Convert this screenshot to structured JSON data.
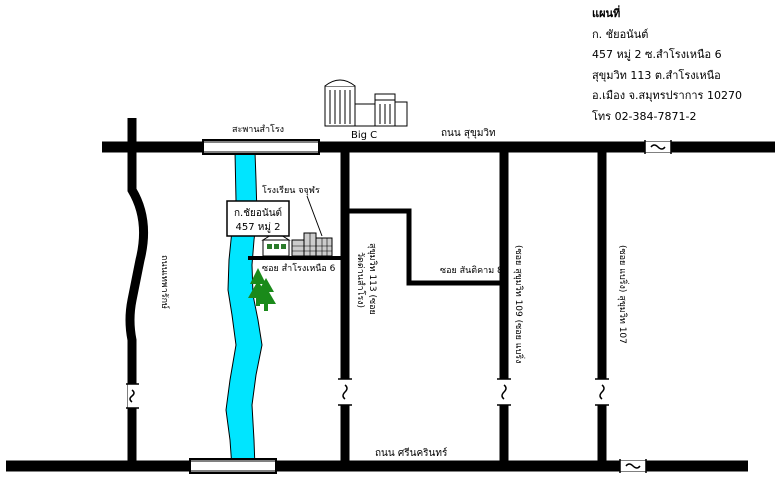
{
  "info": {
    "title": "แผนที่",
    "lines": [
      "ก. ชัยอนันต์",
      "457 หมู่ 2 ซ.สำโรงเหนือ 6",
      "สุขุมวิท 113 ต.สำโรงเหนือ",
      "อ.เมือง จ.สมุทรปราการ 10270",
      "โทร 02-384-7871-2"
    ]
  },
  "labels": {
    "bridge_top": "สะพานสำโรง",
    "big_c": "Big C",
    "sukhumvit_road": "ถนน สุขุมวิท",
    "srinakarin_road": "ถนน ศรีนครินทร์",
    "school": "โรงเรียน จจุฬร",
    "shop_name": "ก.ชัยอนันต์",
    "shop_address": "457 หมู่ 2",
    "soi_samrong_6": "ซอย สำโรงเหนือ 6",
    "soi_san_khom_8": "ซอย สันติคาม 8",
    "soi_113_line1": "สุขุมวิท 113 (ซอย",
    "soi_113_line2": "วัดด่านสำโรง)",
    "soi_109": "(ซอย สุขุมวิท 109 (ซอย แบริ่ง",
    "soi_107": "(ซอย แบริ่ง) สุขุมวิท 107",
    "left_road": "ถนนเทพารักษ์"
  },
  "colors": {
    "road": "#000000",
    "river": "#00e5ff",
    "tree": "#1a8a1a",
    "building_fill": "#cccccc"
  },
  "icons": [
    "building-icon",
    "tree-icon",
    "road-break-icon",
    "bridge-icon"
  ]
}
